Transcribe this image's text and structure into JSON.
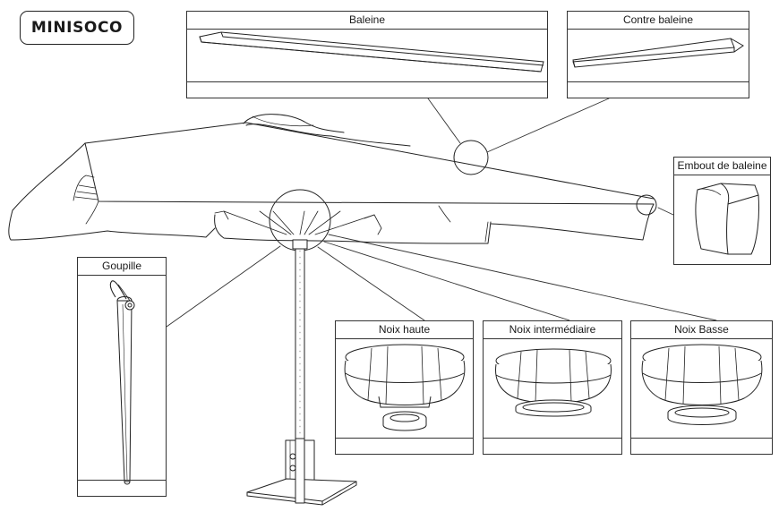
{
  "brand": {
    "name": "MINISOCO"
  },
  "panels": {
    "baleine": {
      "title": "Baleine"
    },
    "contre_baleine": {
      "title": "Contre baleine"
    },
    "embout": {
      "title": "Embout de baleine"
    },
    "goupille": {
      "title": "Goupille"
    },
    "noix_haute": {
      "title": "Noix haute"
    },
    "noix_intermediaire": {
      "title": "Noix intermédiaire"
    },
    "noix_basse": {
      "title": "Noix Basse"
    }
  }
}
